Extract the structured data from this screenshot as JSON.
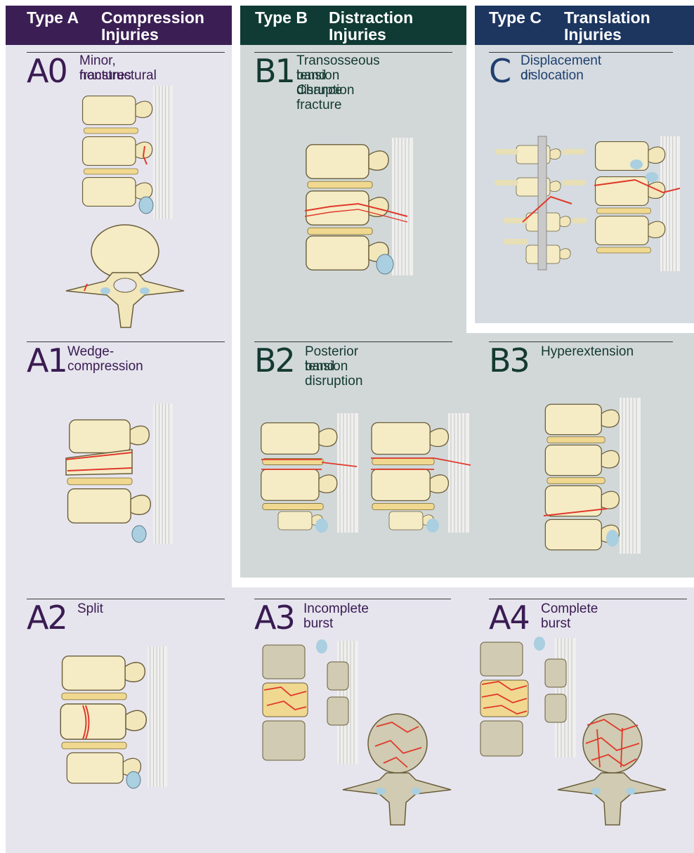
{
  "headers": [
    {
      "type": "Type A",
      "line1": "Compression",
      "line2": "Injuries",
      "color": "#3b1f54"
    },
    {
      "type": "Type B",
      "line1": "Distraction",
      "line2": "Injuries",
      "color": "#0f3b34"
    },
    {
      "type": "Type C",
      "line1": "Translation",
      "line2": "Injuries",
      "color": "#1d3660"
    }
  ],
  "panels": {
    "A0": {
      "code": "A0",
      "label1": "Minor, nonstructural",
      "label2": "fractures"
    },
    "B1": {
      "code": "B1",
      "label1": "Transosseous tension",
      "label2": "band disruption",
      "label3": "Chance fracture"
    },
    "C": {
      "code": "C",
      "label1": "Displacement or",
      "label2": "dislocation"
    },
    "A1": {
      "code": "A1",
      "label1": "Wedge-compression"
    },
    "B2": {
      "code": "B2",
      "label1": "Posterior tension",
      "label2": "band disruption"
    },
    "B3": {
      "code": "B3",
      "label1": "Hyperextension"
    },
    "A2": {
      "code": "A2",
      "label1": "Split"
    },
    "A3": {
      "code": "A3",
      "label1": "Incomplete burst"
    },
    "A4": {
      "code": "A4",
      "label1": "Complete burst"
    }
  },
  "colors": {
    "typeA_bg": "#e6e5ee",
    "typeB_bg": "#d2d8d8",
    "typeC_bg": "#d5dbe0",
    "bone": "#f5ecc6",
    "disc": "#f0d890",
    "fracture": "#e0392a"
  }
}
